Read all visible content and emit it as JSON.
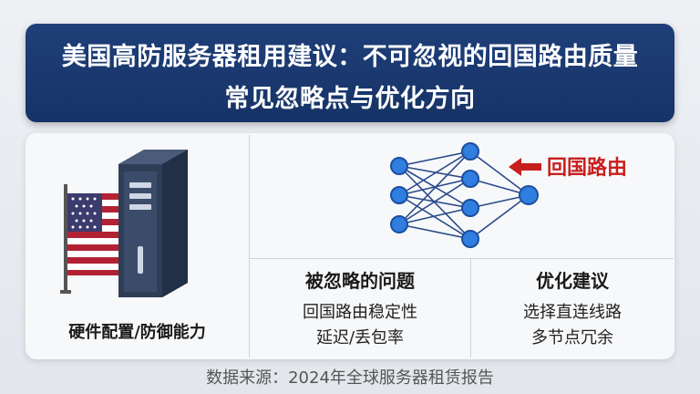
{
  "header": {
    "line1": "美国高防服务器租用建议：不可忽视的回国路由质量",
    "line2": "常见忽略点与优化方向"
  },
  "hardware": {
    "label": "硬件配置/防御能力",
    "icon": "server-with-us-flag"
  },
  "network": {
    "label": "回国路由",
    "icon": "neural-network",
    "accent": "#c81e1e"
  },
  "issues": {
    "title": "被忽略的问题",
    "items": [
      "回国路由稳定性",
      "延迟/丢包率"
    ]
  },
  "optimize": {
    "title": "优化建议",
    "items": [
      "选择直连线路",
      "多节点冗余"
    ]
  },
  "footer": {
    "source": "数据来源：2024年全球服务器租赁报告"
  }
}
